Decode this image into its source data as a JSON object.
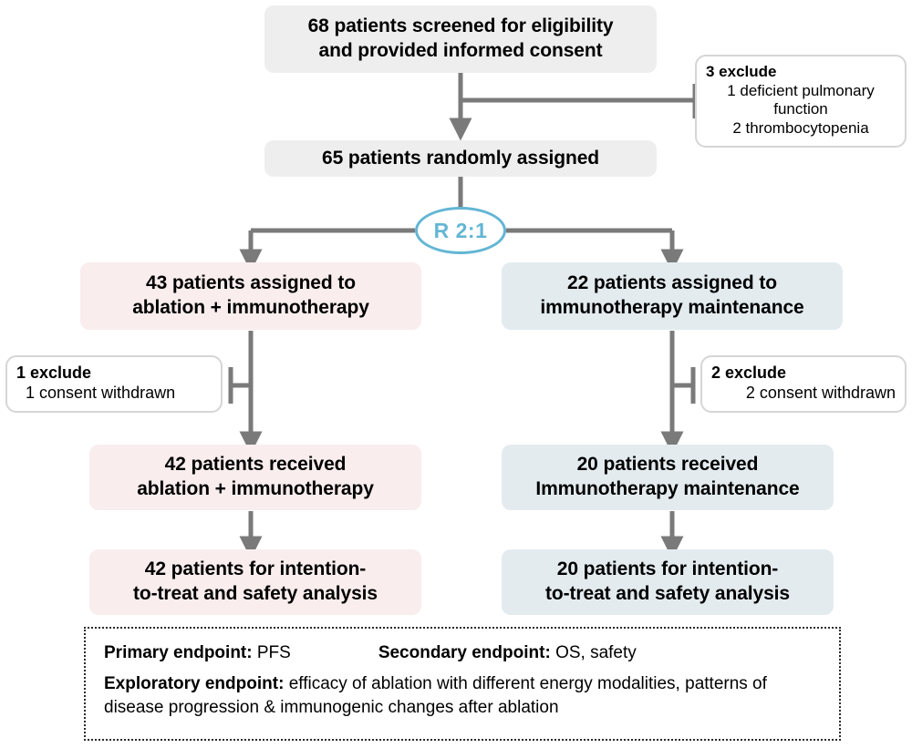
{
  "diagram": {
    "title": "CONSORT participant flow diagram",
    "colors": {
      "screening_box": "#eeeeee",
      "ablation_arm": "#f9eded",
      "immunotherapy_arm": "#e3ebef",
      "randomization_accent": "#63b6d4",
      "connector": "#7a7a7a",
      "exclusion_border": "#d5d5d5"
    }
  },
  "nodes": {
    "screening": {
      "line1": "68 patients screened for eligibility",
      "line2": "and provided informed consent"
    },
    "randomized": {
      "line1": "65 patients randomly assigned"
    },
    "randomization": {
      "label": "R 2:1"
    },
    "left_assigned": {
      "line1": "43 patients assigned to",
      "line2": "ablation + immunotherapy"
    },
    "right_assigned": {
      "line1": "22 patients assigned to",
      "line2": "immunotherapy maintenance"
    },
    "left_received": {
      "line1": "42 patients received",
      "line2": "ablation + immunotherapy"
    },
    "right_received": {
      "line1": "20 patients received",
      "line2": "Immunotherapy maintenance"
    },
    "left_analysis": {
      "line1": "42 patients for intention-",
      "line2": "to-treat and safety analysis"
    },
    "right_analysis": {
      "line1": "20 patients for intention-",
      "line2": "to-treat and safety analysis"
    }
  },
  "exclusions": {
    "screening": {
      "header": "3 exclude",
      "reason1": "1 deficient pulmonary",
      "reason1_cont": "function",
      "reason2": "2 thrombocytopenia"
    },
    "left_arm": {
      "header": "1 exclude",
      "reason1": "1 consent withdrawn"
    },
    "right_arm": {
      "header": "2 exclude",
      "reason1": "2 consent withdrawn"
    }
  },
  "endpoints": {
    "primary_label": "Primary endpoint:",
    "primary_value": "PFS",
    "secondary_label": "Secondary endpoint:",
    "secondary_value": "OS, safety",
    "exploratory_label": "Exploratory endpoint:",
    "exploratory_value_line1": "efficacy of ablation with different energy modalities,",
    "exploratory_value_line2": "patterns of disease progression & immunogenic changes after ablation"
  }
}
